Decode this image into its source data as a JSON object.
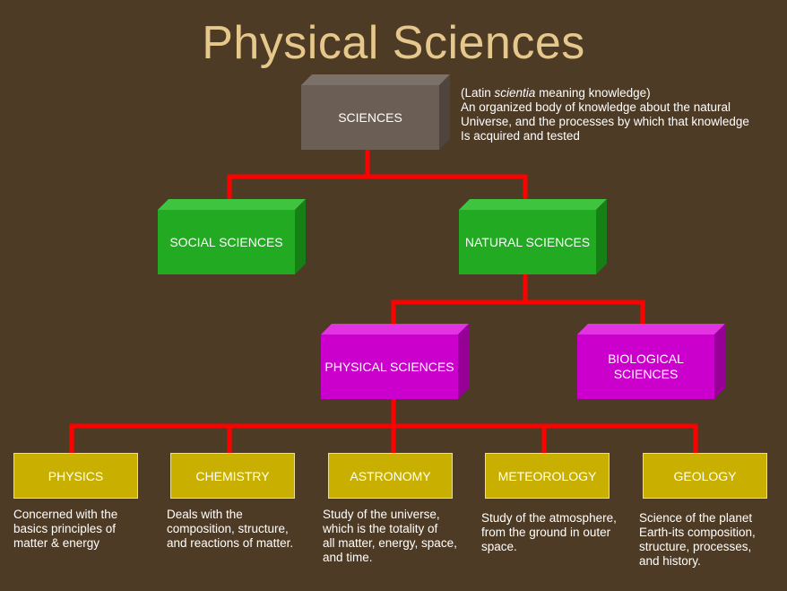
{
  "title": "Physical Sciences",
  "colors": {
    "background": "#4e3b25",
    "connector": "#ff0000",
    "sciences_box": "#6b5f55",
    "social_natural_box": "#22aa22",
    "physical_biological_box": "#cc00cc",
    "leaf_box": "#c9b000",
    "title_text": "#e6c88d"
  },
  "root": {
    "label": "SCIENCES",
    "definition": {
      "prefix": "(Latin ",
      "italic": "scientia",
      "suffix": " meaning knowledge)",
      "line2": "An organized body of knowledge about the natural",
      "line3": "Universe, and the processes by which that knowledge",
      "line4": "Is acquired and  tested"
    }
  },
  "level1": {
    "social": "SOCIAL SCIENCES",
    "natural": "NATURAL SCIENCES"
  },
  "level2": {
    "physical": "PHYSICAL SCIENCES",
    "biological_line1": "BIOLOGICAL",
    "biological_line2": "SCIENCES"
  },
  "leaves": [
    {
      "label": "PHYSICS",
      "desc": [
        "Concerned with the",
        "basics principles of",
        "matter & energy"
      ]
    },
    {
      "label": "CHEMISTRY",
      "desc": [
        "Deals with the",
        "composition, structure,",
        "and reactions of matter."
      ]
    },
    {
      "label": "ASTRONOMY",
      "desc": [
        "Study of the universe,",
        "which is the totality of",
        "all matter, energy, space,",
        "and time."
      ]
    },
    {
      "label": "METEOROLOGY",
      "desc": [
        "Study of the atmosphere,",
        "from the ground in outer",
        "space."
      ]
    },
    {
      "label": "GEOLOGY",
      "desc": [
        "Science of the planet",
        "Earth-its composition,",
        "structure, processes,",
        "and history."
      ]
    }
  ]
}
